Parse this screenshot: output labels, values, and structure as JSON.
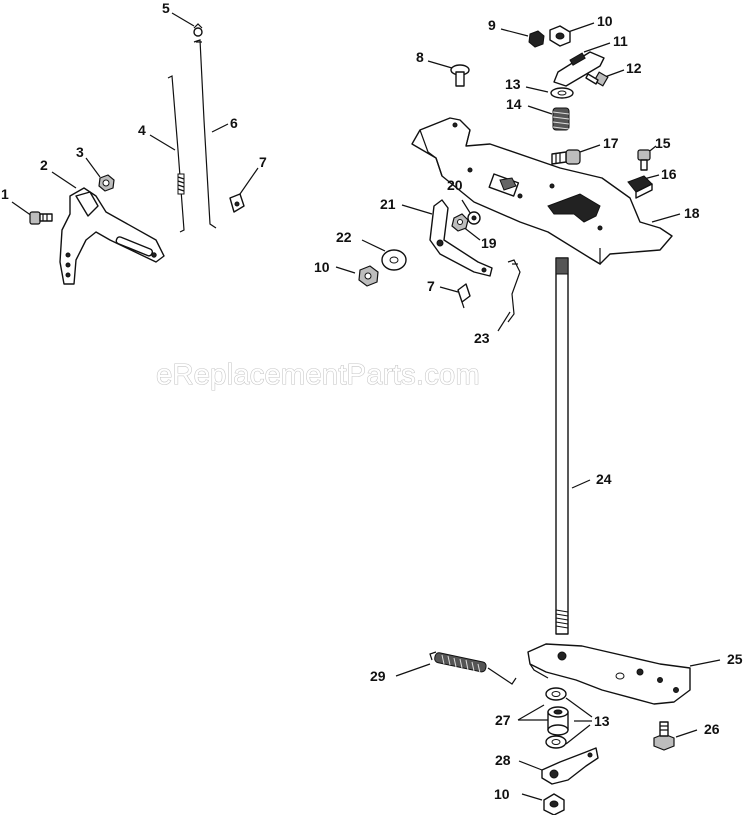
{
  "watermark": "eReplacementParts.com",
  "labels": {
    "l1": "1",
    "l2": "2",
    "l3": "3",
    "l4": "4",
    "l5": "5",
    "l6": "6",
    "l7a": "7",
    "l7b": "7",
    "l8": "8",
    "l9": "9",
    "l10a": "10",
    "l10b": "10",
    "l10c": "10",
    "l11": "11",
    "l12": "12",
    "l13a": "13",
    "l13b": "13",
    "l14": "14",
    "l15": "15",
    "l16": "16",
    "l17": "17",
    "l18": "18",
    "l19": "19",
    "l20": "20",
    "l21": "21",
    "l22": "22",
    "l23": "23",
    "l24": "24",
    "l25": "25",
    "l26": "26",
    "l27": "27",
    "l28": "28",
    "l29": "29"
  }
}
